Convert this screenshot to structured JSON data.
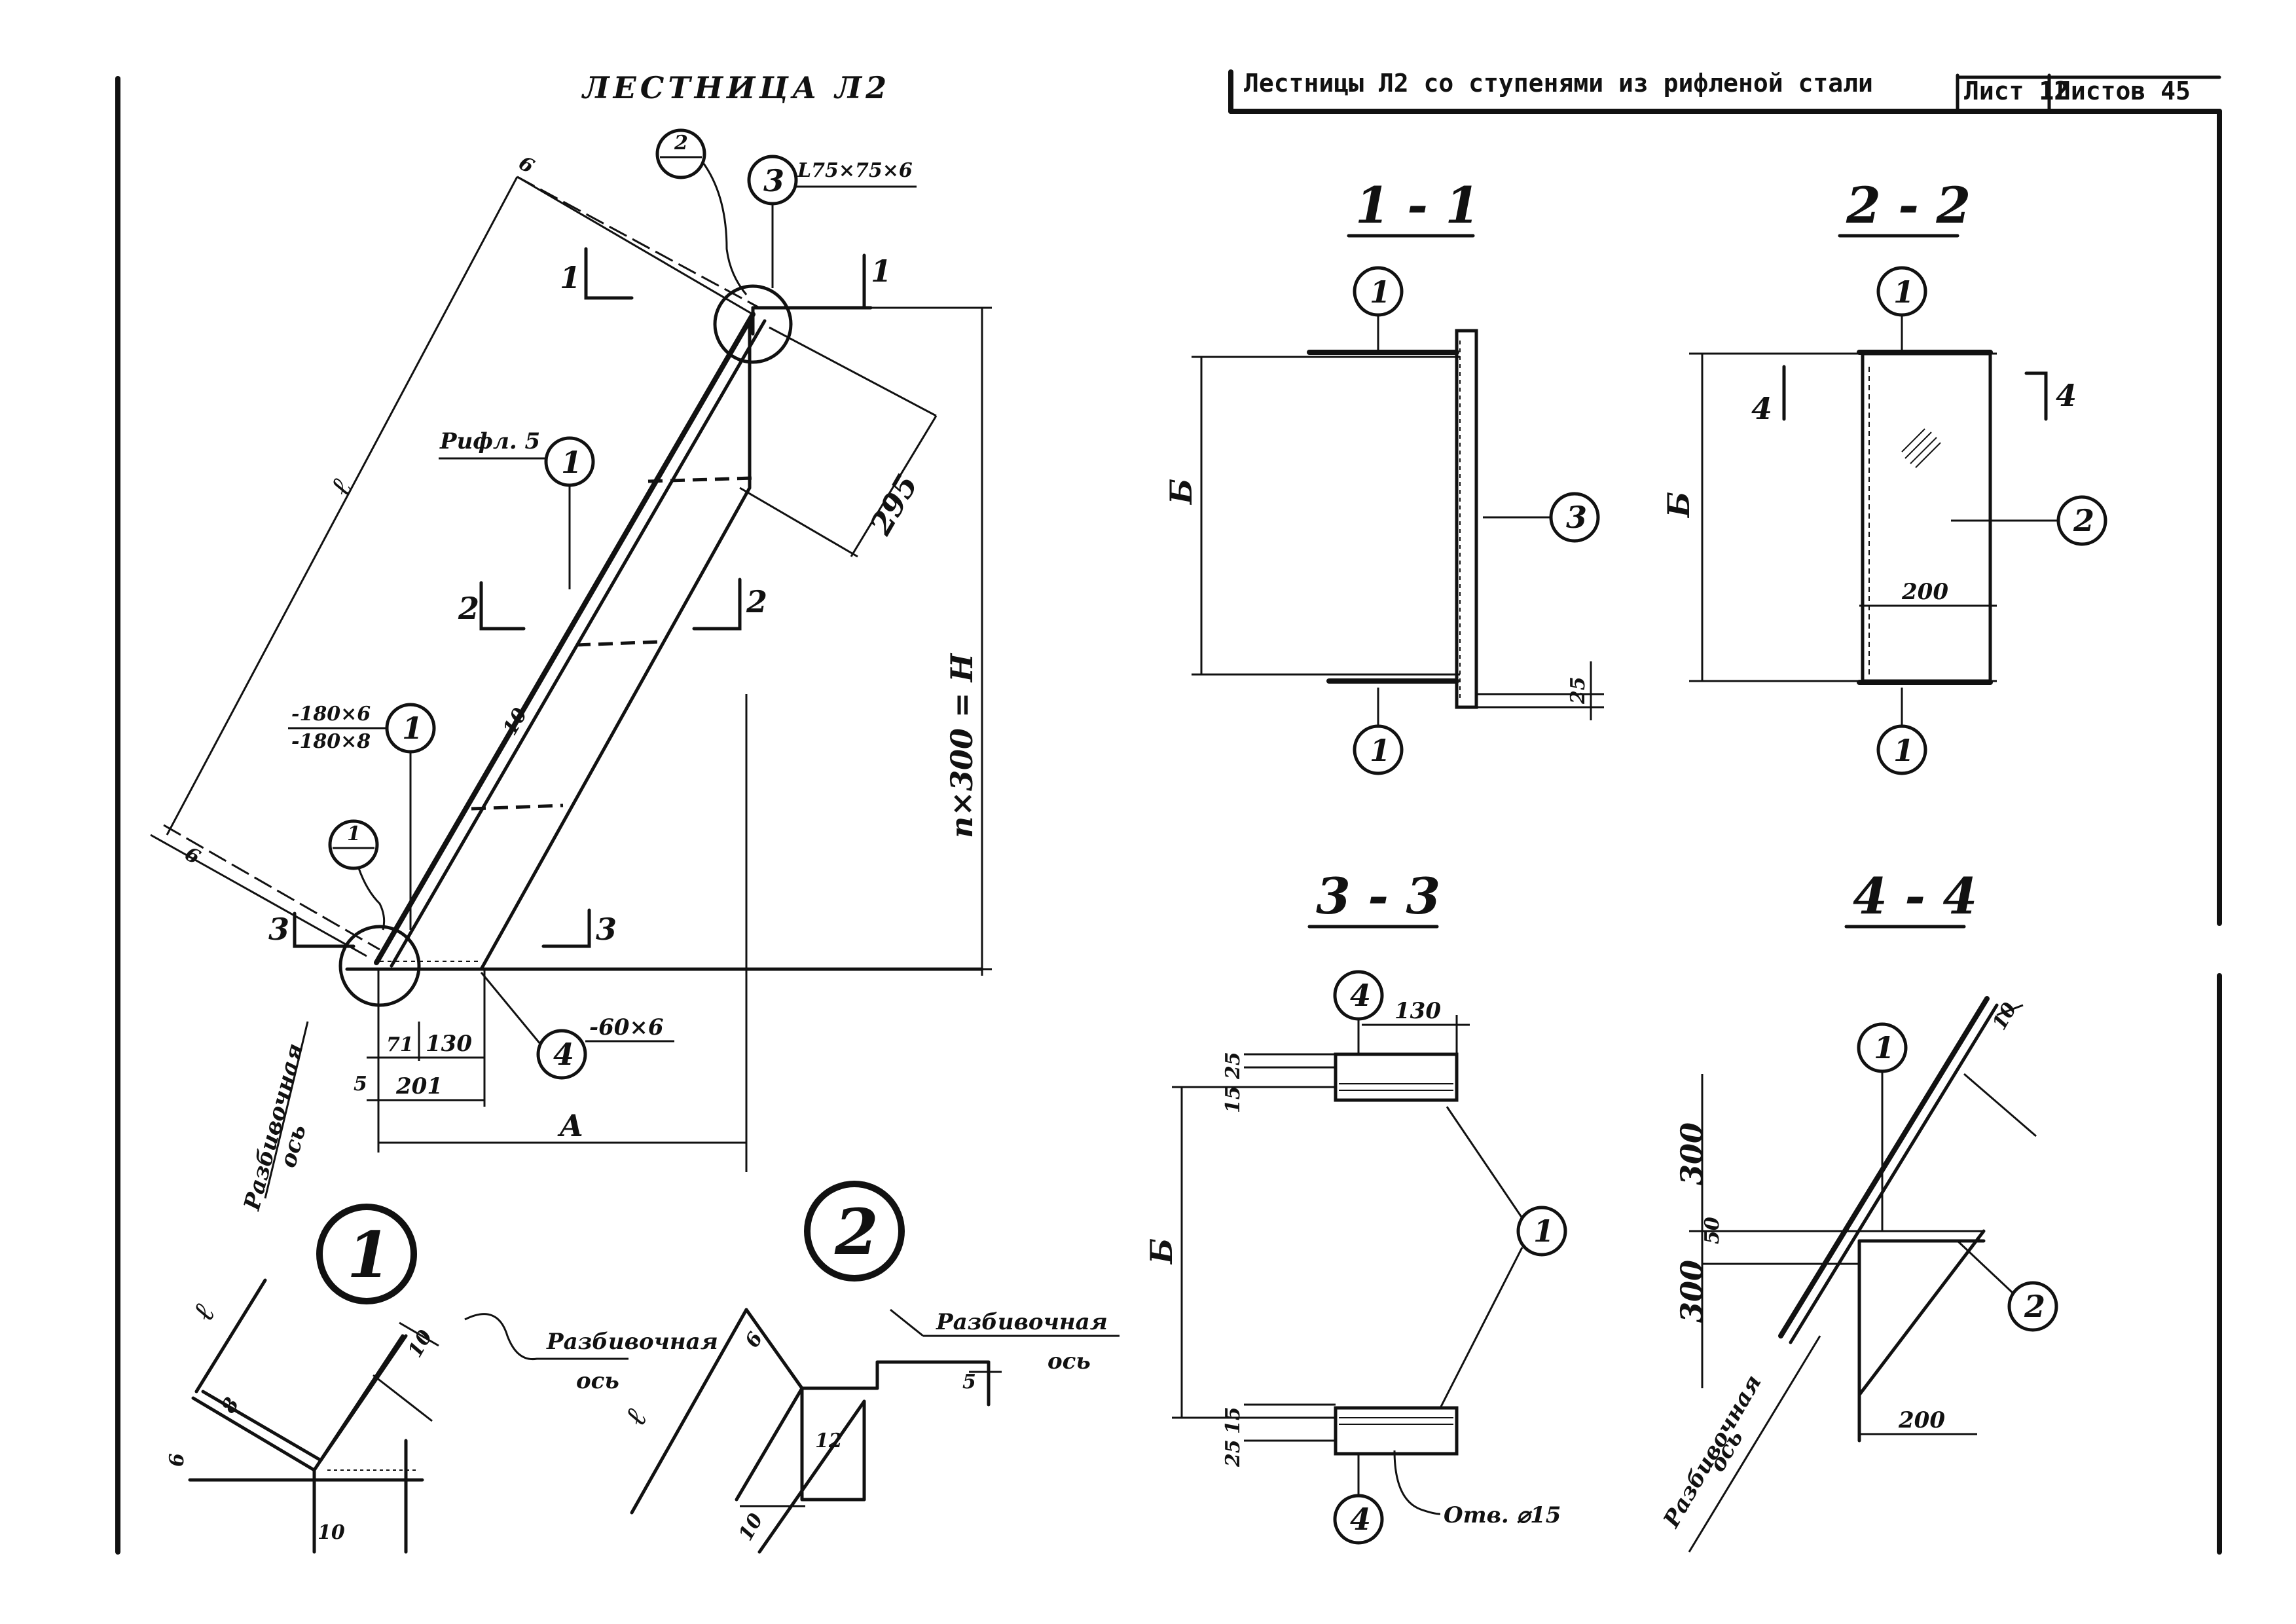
{
  "title": "ЛЕСТНИЦА Л2",
  "header": {
    "text": "Лестницы Л2   со ступенями из рифленой стали",
    "sheet_label": "Лист 12",
    "sheets_label": "Листов 45"
  },
  "main_view": {
    "angle_profile": "L75×75×6",
    "strip_top": "-180×6",
    "strip_bottom": "-180×8",
    "tread_label": "Рифл. 5",
    "plate_label": "-60×6",
    "height_label": "n×300 = H",
    "dim_295": "295",
    "dim_71": "71",
    "dim_130": "130",
    "dim_201": "201",
    "dim_5": "5",
    "dim_6": "6",
    "dim_10": "10",
    "len_label": "ℓ",
    "width_label": "A",
    "axis_label_1": "Разбивочная",
    "axis_label_2": "ось",
    "cut1": "1",
    "cut2": "2",
    "cut3": "3",
    "callout1": "1",
    "callout2": "2",
    "pos1": "1",
    "pos3": "3",
    "pos4": "4"
  },
  "details": {
    "node1_label": "1",
    "node2_label": "2",
    "axis_text": "Разбивочная",
    "axis_text2": "ось",
    "dim_10": "10",
    "dim_6": "6",
    "dim_8": "8",
    "dim_5": "5",
    "dim_12": "12",
    "len_label": "ℓ"
  },
  "sections": {
    "s11_title": "1 - 1",
    "s22_title": "2 - 2",
    "s33_title": "3 - 3",
    "s44_title": "4 - 4",
    "width_b": "Б",
    "dim_200": "200",
    "dim_25": "25",
    "dim_130": "130",
    "dim_15": "15",
    "hole_label": "Отв. ⌀15",
    "dim_300": "300",
    "dim_50": "50",
    "dim_10": "10",
    "pos1": "1",
    "pos2": "2",
    "pos3": "3",
    "pos4": "4",
    "cut4": "4"
  }
}
